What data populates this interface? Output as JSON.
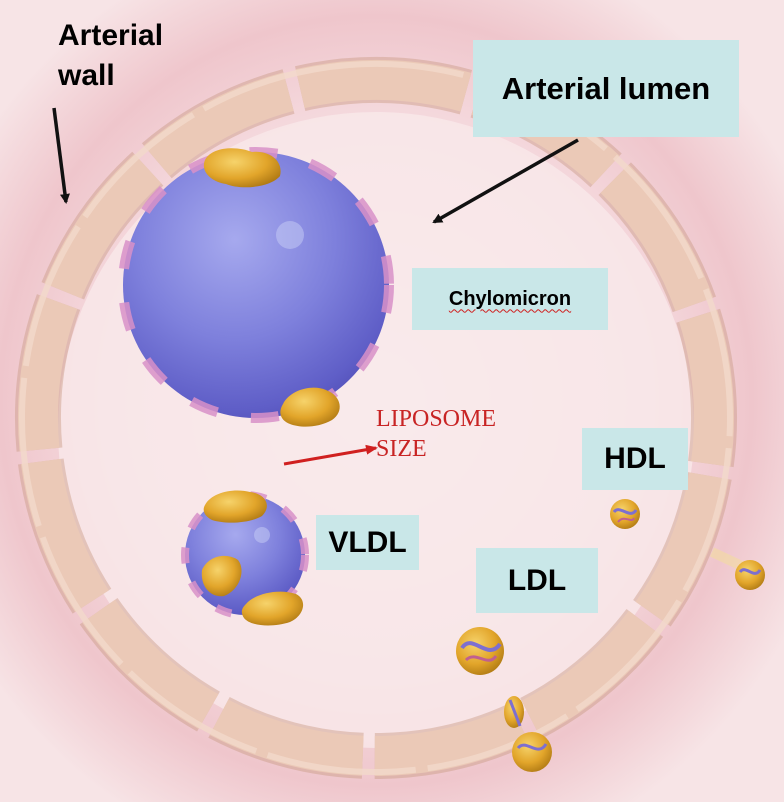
{
  "labels": {
    "arterial_wall": "Arterial wall",
    "arterial_lumen": "Arterial lumen",
    "chylomicron": "Chylomicron",
    "liposome_size": "LIPOSOME SIZE",
    "vldl": "VLDL",
    "hdl": "HDL",
    "ldl": "LDL"
  },
  "colors": {
    "label_box": "#c9e7e8",
    "wall_segment": "#e8c5b2",
    "lipoprotein_core": "#7d7ed8",
    "apoprotein": "#e3a92c",
    "size_text": "#c82424"
  }
}
